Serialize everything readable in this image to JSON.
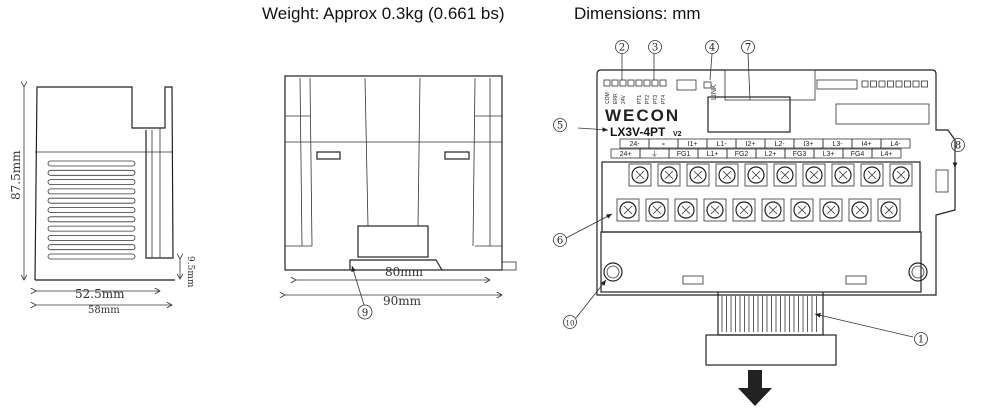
{
  "header": {
    "weight": "Weight: Approx 0.3kg (0.661 bs)",
    "dimensions": "Dimensions: mm"
  },
  "side_view": {
    "height": "87.5mm",
    "depth_inner": "52.5mm",
    "depth": "58mm",
    "step": "9.5mm"
  },
  "front_view": {
    "width_inner": "80mm",
    "width": "90mm",
    "callout": "9"
  },
  "top_view": {
    "brand": "WECON",
    "model": "LX3V-4PT",
    "version": "V2",
    "leds": [
      "COM",
      "ERR",
      "24V",
      "PT1",
      "PT2",
      "PT3",
      "PT4"
    ],
    "link_label": "LINK",
    "terminals_top": [
      "24-",
      "∘",
      "I1+",
      "L1-",
      "I2+",
      "L2-",
      "I3+",
      "L3-",
      "I4+",
      "L4-"
    ],
    "terminals_bottom": [
      "24+",
      "⏚",
      "FG1",
      "L1+",
      "FG2",
      "L2+",
      "FG3",
      "L3+",
      "FG4",
      "L4+"
    ],
    "callouts": [
      "1",
      "2",
      "3",
      "4",
      "5",
      "6",
      "7",
      "8",
      "9",
      "10"
    ]
  }
}
